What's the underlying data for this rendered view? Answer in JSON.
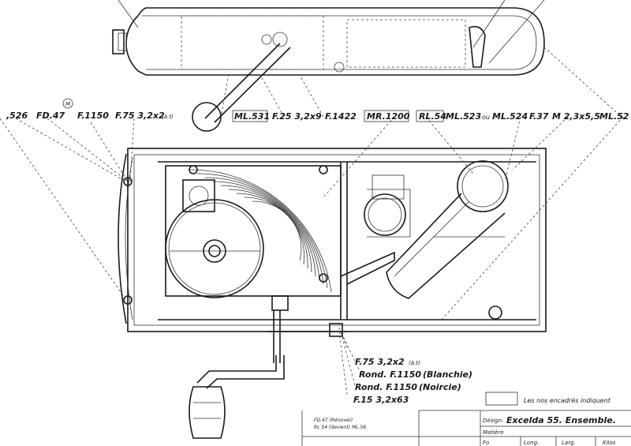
{
  "callouts_top": {
    "fd47": "FD.47",
    "f1150": "F.1150",
    "f75_top": "F.75 3,2x2",
    "f75_top_sub": "(à.t)",
    "num_526": ",526",
    "circle_mark": "M",
    "ml531": "ML.531",
    "f25": "F.25 3,2x9",
    "f1422": "F.1422",
    "mr1200": "MR.1200",
    "rl54": "RL.54",
    "ml523": "ML.523",
    "ou": "ou",
    "ml524": "ML.524",
    "f37": "F.37",
    "m23x55": "M 2,3x5,5",
    "ml52": "ML.52"
  },
  "callouts_bottom": {
    "f75_bottom": "F.75 3,2x2",
    "f75_bottom_sub": "(à.t)",
    "rond_blanchie": "Rond. F.1150",
    "blanchie": "(Blanchie)",
    "rond_noircie": "Rond. F.1150",
    "noircie": "(Noircie)",
    "f15": "F.15 3,2x63"
  },
  "legend": {
    "note": "Les nos encadrés indiquent"
  },
  "title_block": {
    "designation_label": "Désign.",
    "designation_value": "Excelda 55. Ensemble.",
    "matiere_label": "Matière",
    "fo_label": "Fo",
    "larg_label": "Larg.",
    "long_label": "Long.",
    "kilos_label": "Kilos",
    "rev1": "FD.47 (Rénover)",
    "rev2": "RL 54 (devient) ML.56"
  }
}
